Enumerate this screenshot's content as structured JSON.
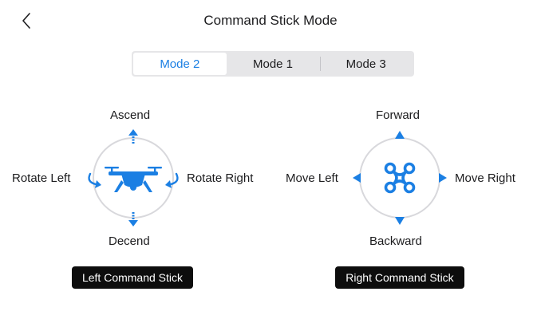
{
  "header": {
    "title": "Command Stick Mode",
    "back_icon": "chevron-left-icon"
  },
  "modes": {
    "items": [
      {
        "label": "Mode 2",
        "selected": true
      },
      {
        "label": "Mode 1",
        "selected": false
      },
      {
        "label": "Mode 3",
        "selected": false
      }
    ]
  },
  "colors": {
    "accent": "#1b7fe3",
    "tag_bg": "#0d0d0d",
    "ring": "#d8d8dc"
  },
  "left_stick": {
    "up": "Ascend",
    "down": "Decend",
    "left": "Rotate Left",
    "right": "Rotate Right",
    "caption": "Left Command Stick",
    "center_icon": "drone-side-icon"
  },
  "right_stick": {
    "up": "Forward",
    "down": "Backward",
    "left": "Move Left",
    "right": "Move Right",
    "caption": "Right Command Stick",
    "center_icon": "quadcopter-top-icon"
  }
}
